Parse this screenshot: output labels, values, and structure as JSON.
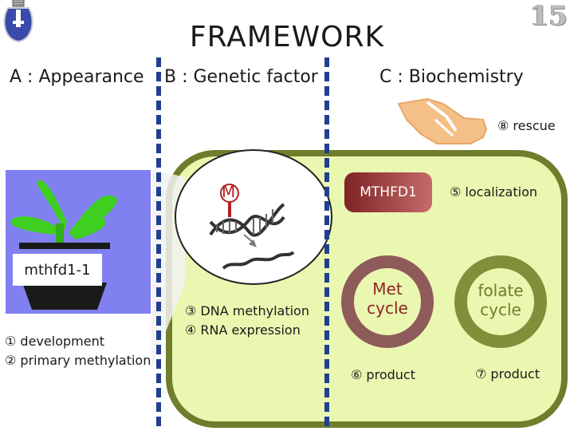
{
  "header": {
    "title": "FRAMEWORK",
    "slide_number": "15"
  },
  "sections": {
    "a": "A : Appearance",
    "b": "B : Genetic factor",
    "c": "C : Biochemistry"
  },
  "plant": {
    "label": "mthfd1-1",
    "item1": "① development",
    "item2": "② primary methylation"
  },
  "genetics": {
    "mutation_mark": "M",
    "item3": "③ DNA methylation",
    "item4": "④ RNA expression"
  },
  "biochem": {
    "enzyme": "MTHFD1",
    "localization": "⑤ localization",
    "met_cycle": "Met cycle",
    "folate_cycle": "folate cycle",
    "product6": "⑥ product",
    "product7": "⑦ product",
    "rescue": "⑧ rescue"
  },
  "colors": {
    "cell_fill": "#eaf7b0",
    "cell_border": "#6f7d2c",
    "met_ring": "#8f5a5a",
    "folate_ring": "#7f8f3a",
    "divider": "#1f3f8f",
    "plant_bg": "#8080f0",
    "leaf": "#3fcf20"
  },
  "icons": [
    "lightbulb-icon",
    "hand-icon",
    "dna-icon",
    "rna-icon",
    "plant-icon"
  ]
}
